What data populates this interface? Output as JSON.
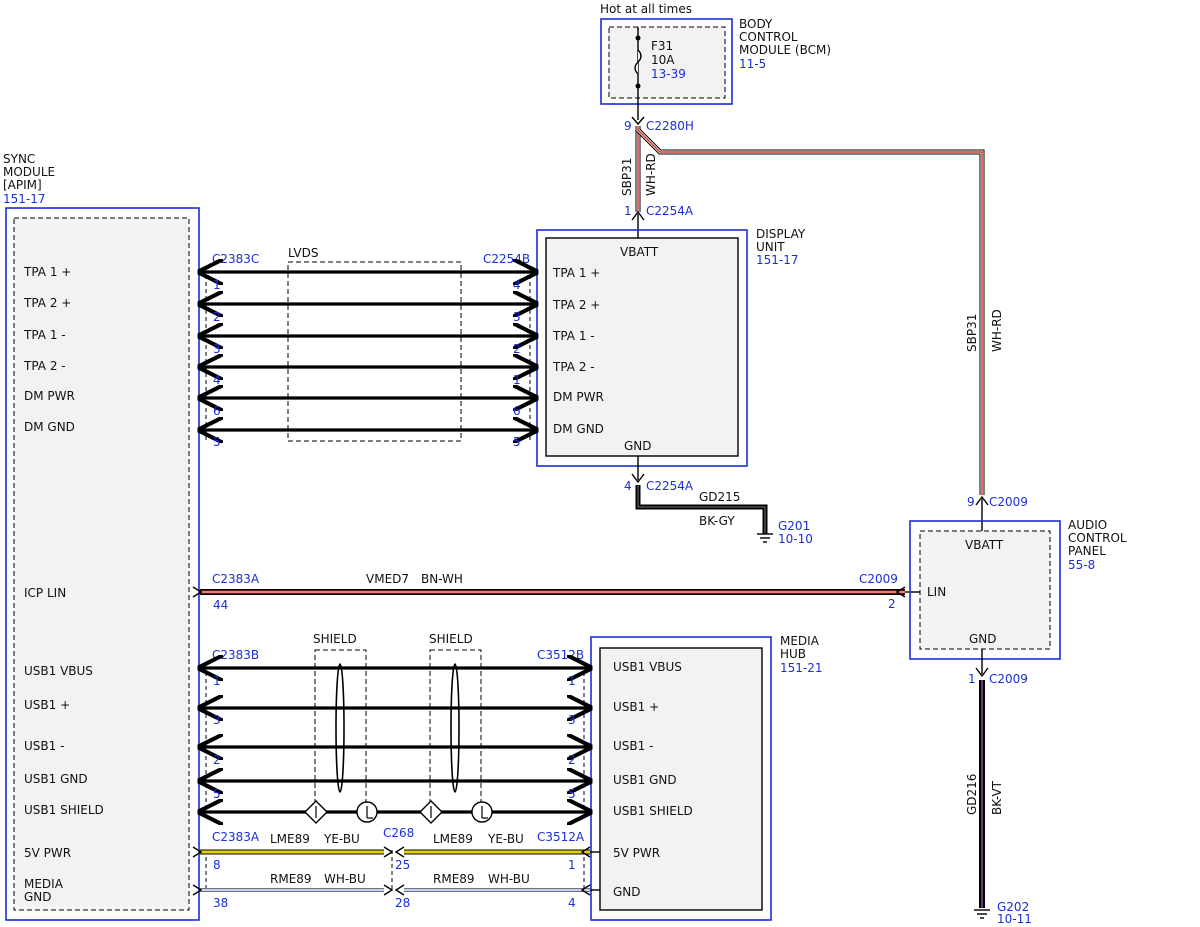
{
  "hot_label": "Hot at all times",
  "bcm": {
    "name_lines": [
      "BODY",
      "CONTROL",
      "MODULE (BCM)"
    ],
    "ref": "11-5",
    "fuse": "F31",
    "fuse_rating": "10A",
    "fuse_ref": "13-39"
  },
  "sync": {
    "name_lines": [
      "SYNC",
      "MODULE",
      "[APIM]"
    ],
    "ref": "151-17",
    "pins": [
      "TPA 1 +",
      "TPA 2 +",
      "TPA 1 -",
      "TPA 2 -",
      "DM PWR",
      "DM GND",
      "ICP LIN",
      "USB1 VBUS",
      "USB1 +",
      "USB1 -",
      "USB1 GND",
      "USB1 SHIELD",
      "5V PWR"
    ],
    "media_gnd_lines": [
      "MEDIA",
      "GND"
    ]
  },
  "display": {
    "name_lines": [
      "DISPLAY",
      "UNIT"
    ],
    "ref": "151-17",
    "vbatt": "VBATT",
    "gnd": "GND",
    "pins": [
      "TPA 1 +",
      "TPA 2 +",
      "TPA 1 -",
      "TPA 2 -",
      "DM PWR",
      "DM GND"
    ]
  },
  "acp": {
    "name_lines": [
      "AUDIO",
      "CONTROL",
      "PANEL"
    ],
    "ref": "55-8",
    "vbatt": "VBATT",
    "lin": "LIN",
    "gnd": "GND"
  },
  "media_hub": {
    "name_lines": [
      "MEDIA",
      "HUB"
    ],
    "ref": "151-21",
    "pins": [
      "USB1 VBUS",
      "USB1 +",
      "USB1 -",
      "USB1 GND",
      "USB1 SHIELD",
      "5V PWR",
      "GND"
    ]
  },
  "connectors": {
    "c2280h": "C2280H",
    "c2254a": "C2254A",
    "c2383c": "C2383C",
    "c2254b": "C2254B",
    "c2383a": "C2383A",
    "c2009": "C2009",
    "c2383b": "C2383B",
    "c3512b": "C3512B",
    "c268": "C268",
    "c3512a": "C3512A"
  },
  "pin_numbers": {
    "c2280h_pin": "9",
    "c2254a_top": "1",
    "c2254a_bottom": "4",
    "c2009_top": "9",
    "c2009_lin": "2",
    "c2009_bottom": "1",
    "c2383c": [
      "1",
      "2",
      "3",
      "4",
      "6",
      "5"
    ],
    "c2254b": [
      "4",
      "3",
      "2",
      "1",
      "6",
      "5"
    ],
    "c2383a_lin": "44",
    "c2383b": [
      "1",
      "3",
      "2",
      "5"
    ],
    "c3512b": [
      "1",
      "3",
      "2",
      "5"
    ],
    "c2383a_usb": [
      "8",
      "38"
    ],
    "c268": [
      "25",
      "28"
    ],
    "c3512a": [
      "1",
      "4"
    ]
  },
  "wires": {
    "sbp31": "SBP31",
    "wh_rd": "WH-RD",
    "gd215": "GD215",
    "bk_gy": "BK-GY",
    "vmed7": "VMED7",
    "bn_wh": "BN-WH",
    "lme89": "LME89",
    "ye_bu": "YE-BU",
    "rme89": "RME89",
    "wh_bu": "WH-BU",
    "gd216": "GD216",
    "bk_vt": "BK-VT",
    "lvds": "LVDS",
    "shield": "SHIELD"
  },
  "grounds": {
    "g201": "G201",
    "g201_ref": "10-10",
    "g202": "G202",
    "g202_ref": "10-11"
  },
  "colors": {
    "wire_red": "#d0342c",
    "wire_yellow": "#e4d200",
    "wire_blue": "#9aa8e0",
    "brown": "#8a5a2b",
    "violet": "#b05ad0",
    "ref_blue": "#1a2fd6",
    "module_border": "#1a2fd6",
    "module_fill": "#f2f2f2"
  }
}
